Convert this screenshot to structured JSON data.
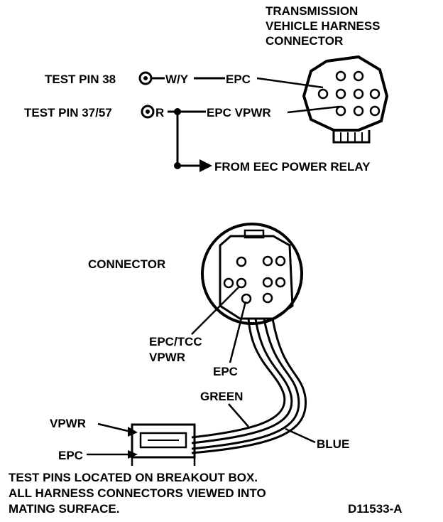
{
  "top": {
    "connector_title_line1": "TRANSMISSION",
    "connector_title_line2": "VEHICLE HARNESS",
    "connector_title_line3": "CONNECTOR",
    "test_pin_38": "TEST PIN 38",
    "test_pin_37_57": "TEST PIN 37/57",
    "wire_wy": "W/Y",
    "wire_r": "R",
    "signal_epc": "EPC",
    "signal_epc_vpwr": "EPC VPWR",
    "power_relay": "FROM EEC POWER RELAY"
  },
  "bottom": {
    "connector_label": "CONNECTOR",
    "epc_tcc_line1": "EPC/TCC",
    "epc_tcc_line2": "VPWR",
    "epc": "EPC",
    "green": "GREEN",
    "blue": "BLUE",
    "vpwr": "VPWR",
    "epc_left": "EPC"
  },
  "notes": {
    "line1": "TEST PINS LOCATED ON BREAKOUT BOX.",
    "line2": "ALL HARNESS CONNECTORS VIEWED INTO",
    "line3": "MATING SURFACE.",
    "figure_id": "D11533-A"
  }
}
